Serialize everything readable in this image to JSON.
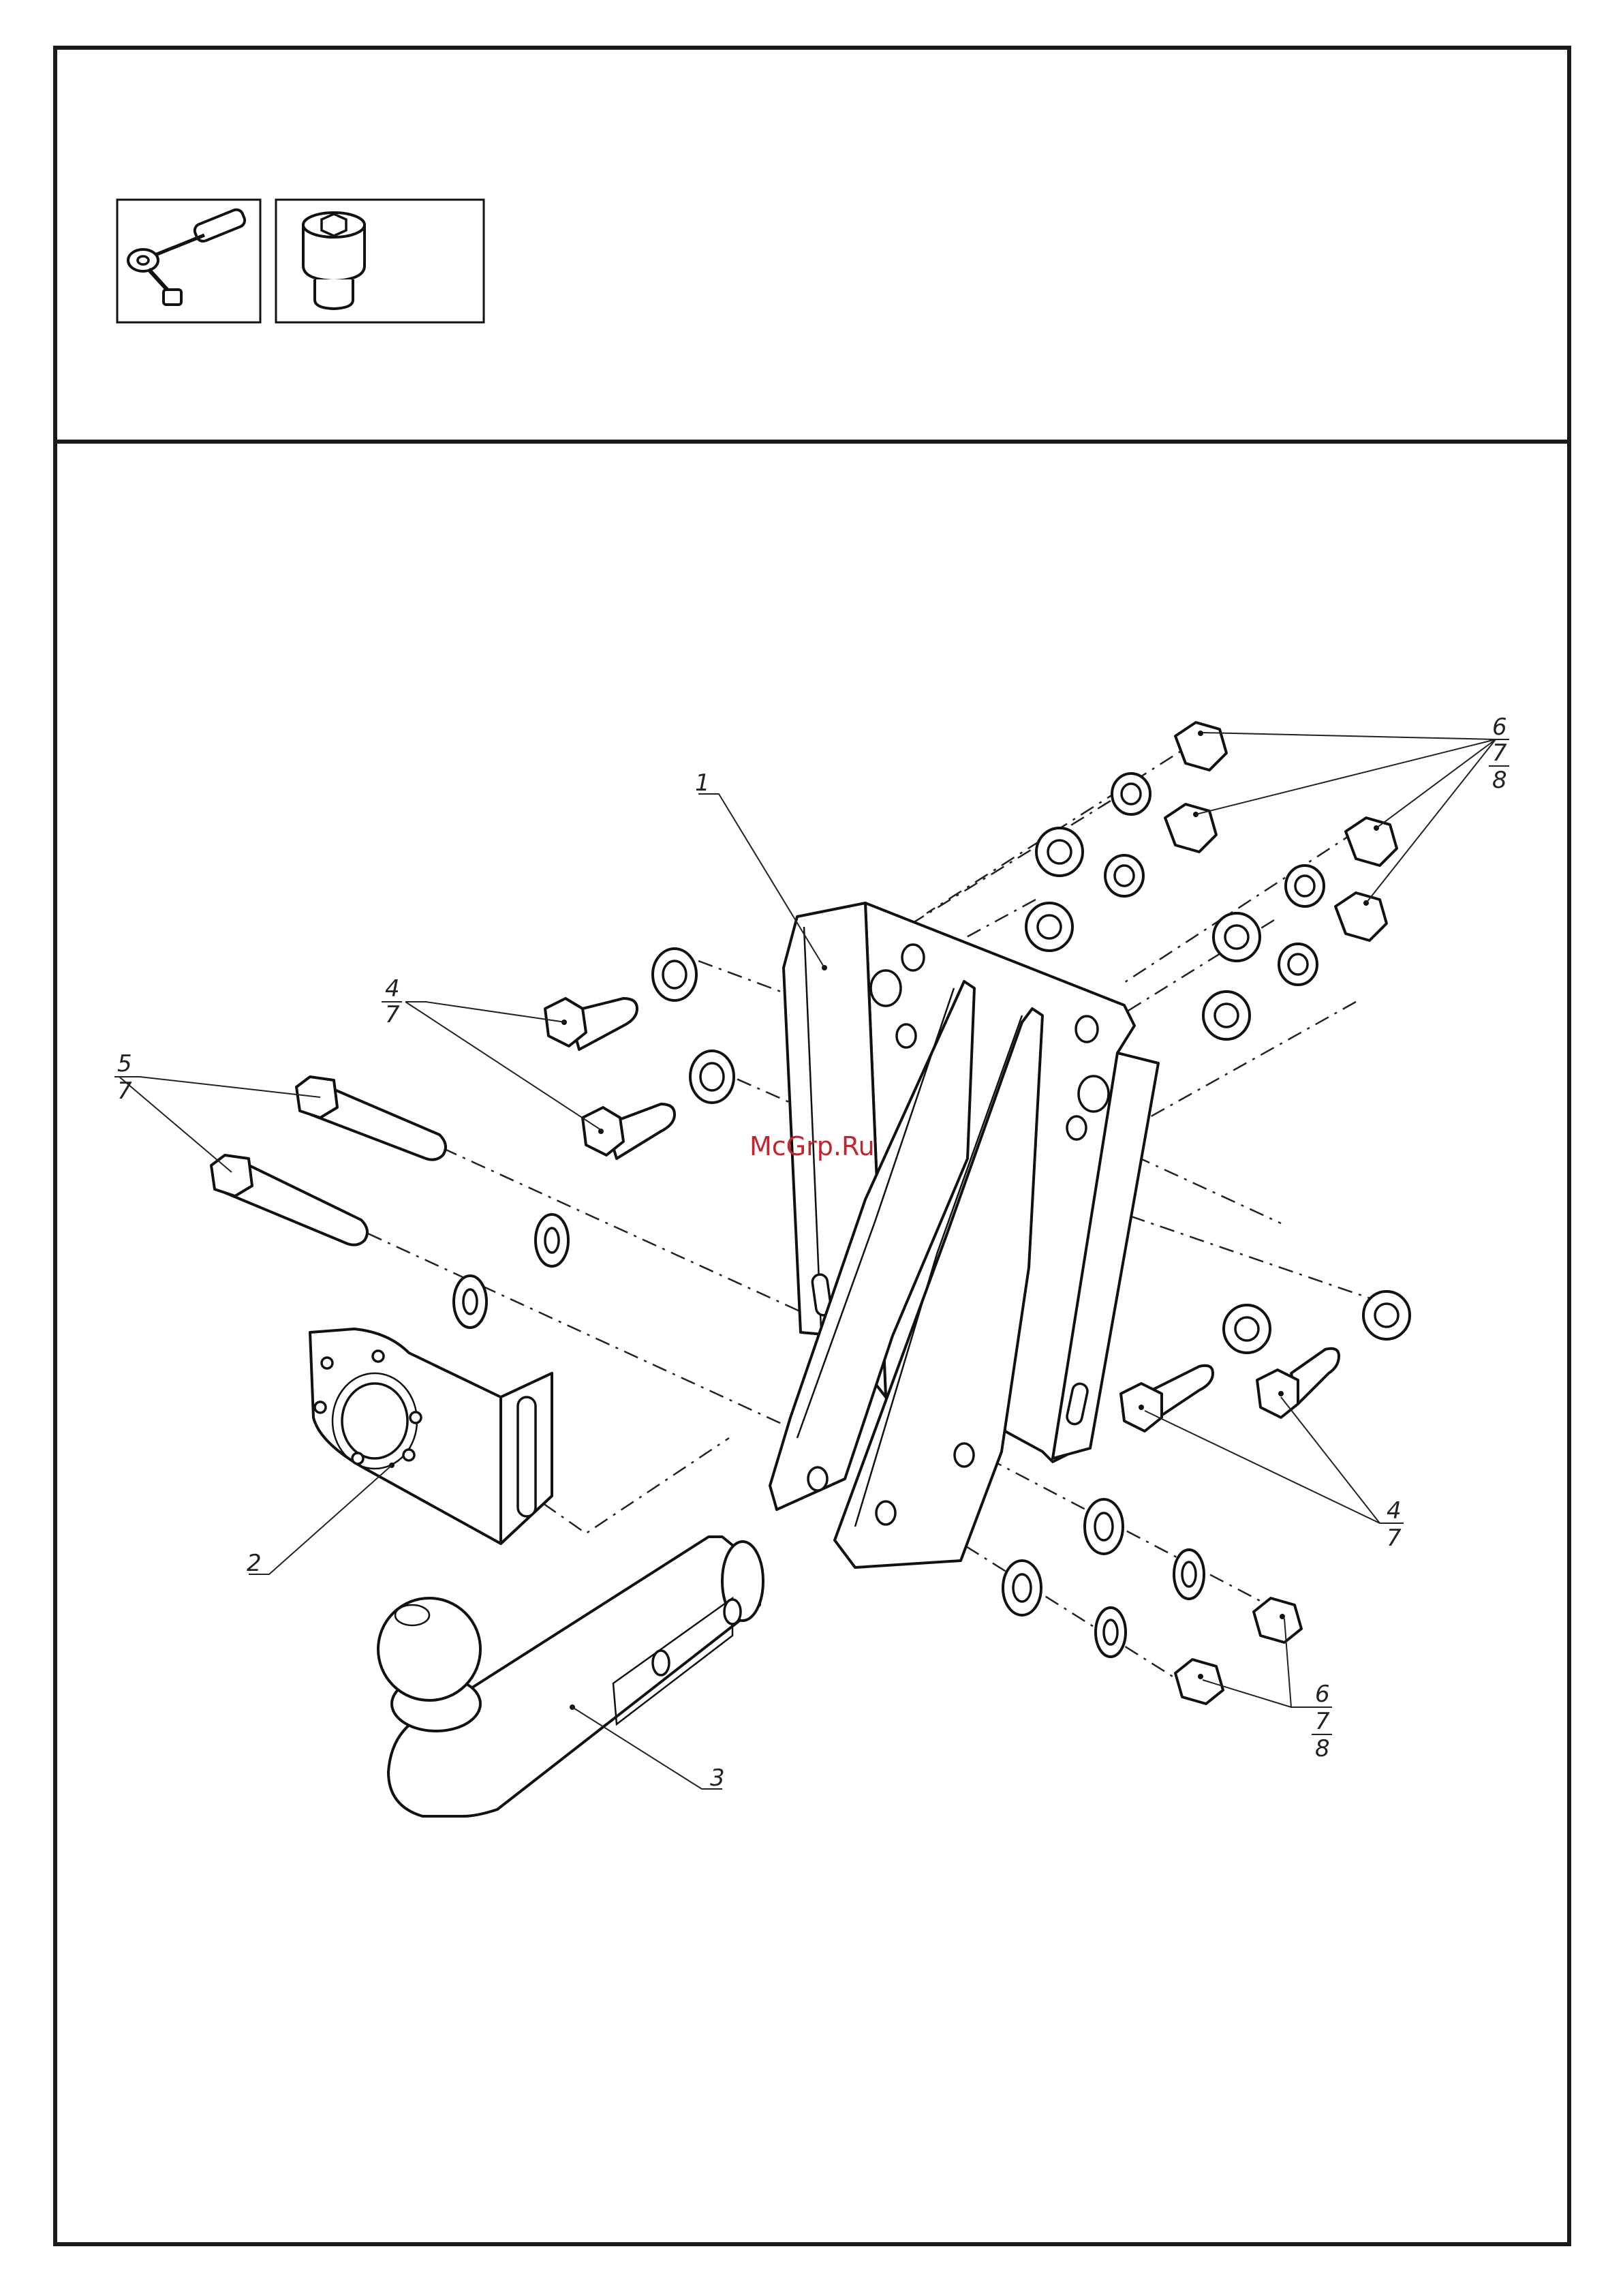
{
  "tools": [
    {
      "name": "ratchet-wrench-icon"
    },
    {
      "name": "socket-head-icon"
    }
  ],
  "watermark": "McGrp.Ru",
  "callouts": {
    "part1": "1",
    "part2": "2",
    "part3": "3",
    "bolt_upper_left": {
      "top": "4",
      "bottom": "7"
    },
    "bolt_long": {
      "top": "5",
      "bottom": "7"
    },
    "nuts_upper": {
      "top": "6",
      "mid": "7",
      "bottom": "8"
    },
    "bolt_lower_right": {
      "top": "4",
      "bottom": "7"
    },
    "nuts_lower": {
      "top": "6",
      "mid": "7",
      "bottom": "8"
    }
  }
}
